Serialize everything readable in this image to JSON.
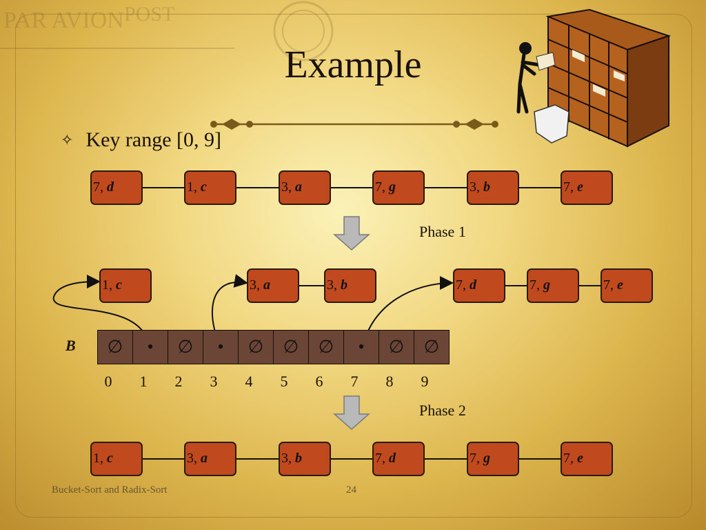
{
  "slide": {
    "title": "Example",
    "bullet": "Key range [0, 9]",
    "footer_left": "Bucket-Sort and Radix-Sort",
    "page_number": "24"
  },
  "phase1_label": "Phase 1",
  "phase2_label": "Phase 2",
  "bucket_array_label": "B",
  "input_sequence": [
    {
      "key": "7,",
      "value": "d"
    },
    {
      "key": "1,",
      "value": "c"
    },
    {
      "key": "3,",
      "value": "a"
    },
    {
      "key": "7,",
      "value": "g"
    },
    {
      "key": "3,",
      "value": "b"
    },
    {
      "key": "7,",
      "value": "e"
    }
  ],
  "bucket_lists": {
    "b1": [
      {
        "key": "1,",
        "value": "c"
      }
    ],
    "b3": [
      {
        "key": "3,",
        "value": "a"
      },
      {
        "key": "3,",
        "value": "b"
      }
    ],
    "b7": [
      {
        "key": "7,",
        "value": "d"
      },
      {
        "key": "7,",
        "value": "g"
      },
      {
        "key": "7,",
        "value": "e"
      }
    ]
  },
  "bucket_cells": [
    "∅",
    "•",
    "∅",
    "•",
    "∅",
    "∅",
    "∅",
    "•",
    "∅",
    "∅"
  ],
  "bucket_indices": [
    "0",
    "1",
    "2",
    "3",
    "4",
    "5",
    "6",
    "7",
    "8",
    "9"
  ],
  "output_sequence": [
    {
      "key": "1,",
      "value": "c"
    },
    {
      "key": "3,",
      "value": "a"
    },
    {
      "key": "3,",
      "value": "b"
    },
    {
      "key": "7,",
      "value": "d"
    },
    {
      "key": "7,",
      "value": "g"
    },
    {
      "key": "7,",
      "value": "e"
    }
  ],
  "colors": {
    "node_fill": "#c0491d",
    "bucket_fill": "#6b4536",
    "arrow_fill": "#b9b9b9"
  },
  "illustration": "person-filing-mail-into-cubbyhole-shelf"
}
